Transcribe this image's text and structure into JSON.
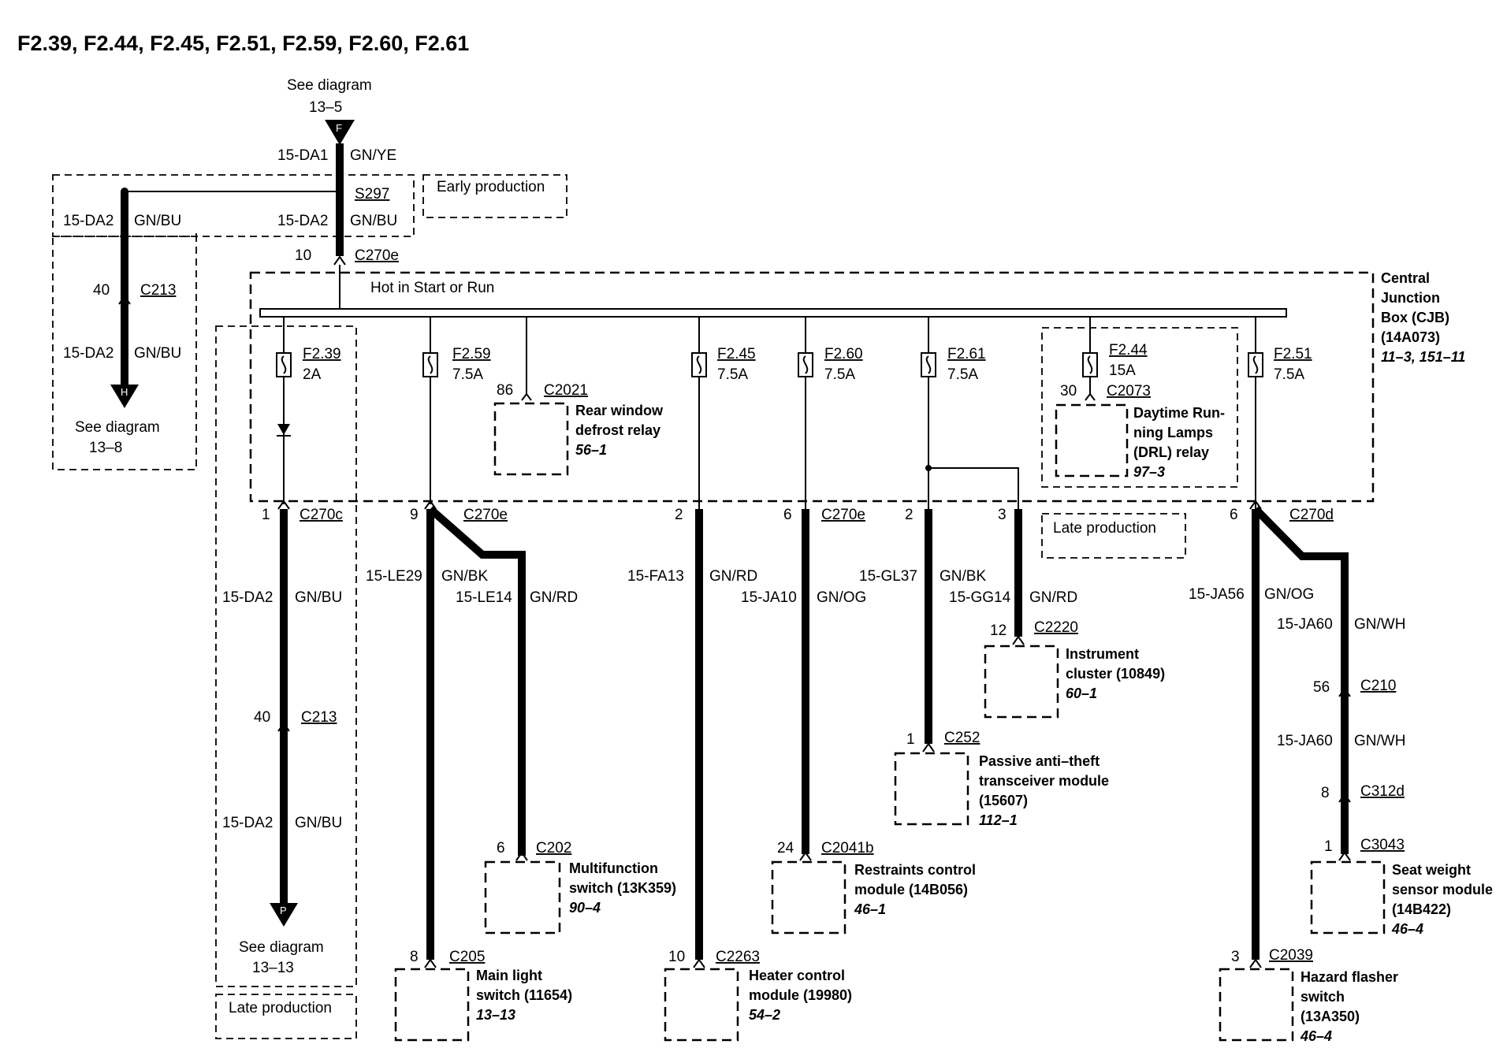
{
  "title": "F2.39, F2.44, F2.45, F2.51, F2.59, F2.60, F2.61",
  "top_ref": {
    "see": "See diagram",
    "page": "13–5",
    "letter": "F"
  },
  "left_ref": {
    "see": "See diagram",
    "page": "13–8",
    "letter": "H"
  },
  "bottom_ref": {
    "see": "See diagram",
    "page": "13–13",
    "letter": "P"
  },
  "early_production": "Early production",
  "late_production_1": "Late production",
  "late_production_2": "Late production",
  "hot_label": "Hot in Start or Run",
  "cjb": {
    "l1": "Central",
    "l2": "Junction",
    "l3": "Box (CJB)",
    "l4": "(14A073)",
    "ref": "11–3, 151–11"
  },
  "wires": {
    "da1": "15-DA1",
    "gnye": "GN/YE",
    "da2": "15-DA2",
    "gnbu": "GN/BU",
    "le29": "15-LE29",
    "gnbk": "GN/BK",
    "le14": "15-LE14",
    "gnrd": "GN/RD",
    "fa13": "15-FA13",
    "ja10": "15-JA10",
    "gnog": "GN/OG",
    "gl37": "15-GL37",
    "gg14": "15-GG14",
    "ja56": "15-JA56",
    "ja60": "15-JA60",
    "gnwh": "GN/WH"
  },
  "splice": "S297",
  "connectors": {
    "c270e": "C270e",
    "c270c": "C270c",
    "c270d": "C270d",
    "c213": "C213",
    "c2021": "C2021",
    "c2073": "C2073",
    "c202": "C202",
    "c205": "C205",
    "c2263": "C2263",
    "c2041b": "C2041b",
    "c252": "C252",
    "c2220": "C2220",
    "c210": "C210",
    "c312d": "C312d",
    "c3043": "C3043",
    "c2039": "C2039"
  },
  "pins": {
    "p10": "10",
    "p40": "40",
    "p1": "1",
    "p9": "9",
    "p2": "2",
    "p6": "6",
    "p3": "3",
    "p86": "86",
    "p30": "30",
    "p12": "12",
    "p56": "56",
    "p8": "8",
    "p24": "24"
  },
  "fuses": [
    {
      "name": "F2.39",
      "rating": "2A"
    },
    {
      "name": "F2.59",
      "rating": "7.5A"
    },
    {
      "name": "F2.45",
      "rating": "7.5A"
    },
    {
      "name": "F2.60",
      "rating": "7.5A"
    },
    {
      "name": "F2.61",
      "rating": "7.5A"
    },
    {
      "name": "F2.44",
      "rating": "15A"
    },
    {
      "name": "F2.51",
      "rating": "7.5A"
    }
  ],
  "components": {
    "rear_defrost": {
      "l1": "Rear window",
      "l2": "defrost relay",
      "ref": "56–1"
    },
    "drl": {
      "l1": "Daytime Run-",
      "l2": "ning Lamps",
      "l3": "(DRL) relay",
      "ref": "97–3"
    },
    "multifunction": {
      "l1": "Multifunction",
      "l2": "switch (13K359)",
      "ref": "90–4"
    },
    "main_light": {
      "l1": "Main light",
      "l2": "switch (11654)",
      "ref": "13–13"
    },
    "heater": {
      "l1": "Heater control",
      "l2": "module (19980)",
      "ref": "54–2"
    },
    "restraints": {
      "l1": "Restraints control",
      "l2": "module (14B056)",
      "ref": "46–1"
    },
    "pats": {
      "l1": "Passive anti–theft",
      "l2": "transceiver module",
      "l3": "(15607)",
      "ref": "112–1"
    },
    "cluster": {
      "l1": "Instrument",
      "l2": "cluster (10849)",
      "ref": "60–1"
    },
    "seat_weight": {
      "l1": "Seat weight",
      "l2": "sensor module",
      "l3": "(14B422)",
      "ref": "46–4"
    },
    "hazard": {
      "l1": "Hazard flasher",
      "l2": "switch",
      "l3": "(13A350)",
      "ref": "46–4"
    }
  }
}
